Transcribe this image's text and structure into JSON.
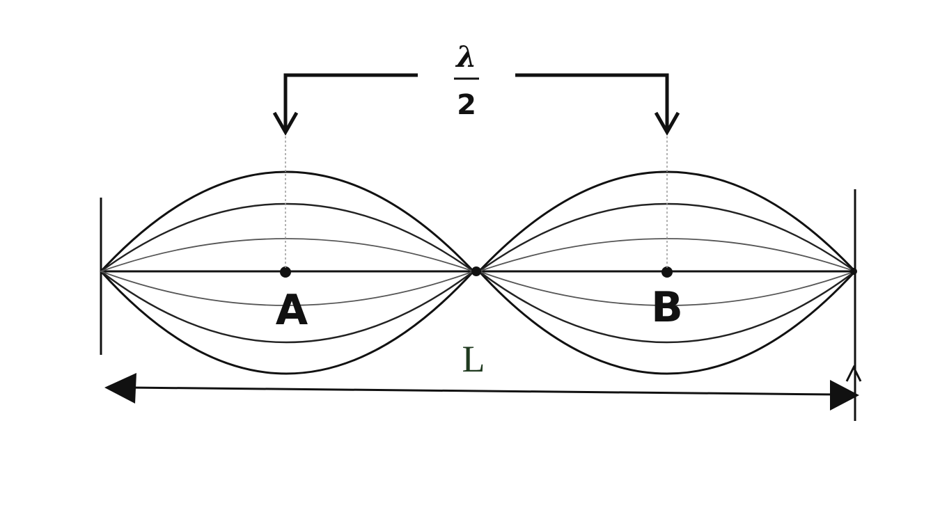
{
  "diagram": {
    "lambda_symbol": "λ",
    "lambda_denominator": "2",
    "point_a": "A",
    "point_b": "B",
    "length_label": "L",
    "colors": {
      "line": "#111111",
      "guide": "#9a9a9a",
      "length_label": "#1f3a1f"
    }
  }
}
